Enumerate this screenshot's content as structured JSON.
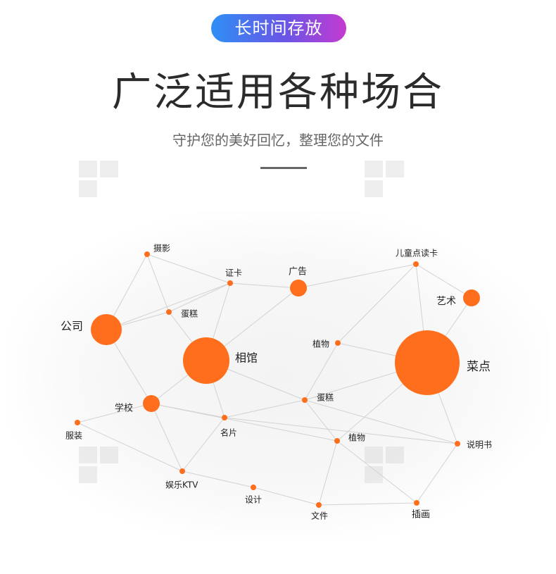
{
  "header": {
    "badge": "长时间存放",
    "title": "广泛适用各种场合",
    "subtitle": "守护您的美好回忆，整理您的文件"
  },
  "colors": {
    "node": "#ff6e1c",
    "edge": "#d2d2d2",
    "badge_from": "#2f8ff5",
    "badge_to": "#c43ad0"
  },
  "nodes": [
    {
      "id": "sheying",
      "label": "摄影",
      "size": "small"
    },
    {
      "id": "zhengka",
      "label": "证卡",
      "size": "small"
    },
    {
      "id": "guanggao",
      "label": "广告",
      "size": "medium"
    },
    {
      "id": "ertong",
      "label": "儿童点读卡",
      "size": "small"
    },
    {
      "id": "yishu",
      "label": "艺术",
      "size": "medium"
    },
    {
      "id": "gongsi",
      "label": "公司",
      "size": "large"
    },
    {
      "id": "dangao1",
      "label": "蛋糕",
      "size": "small"
    },
    {
      "id": "xiangguan",
      "label": "相馆",
      "size": "xlarge"
    },
    {
      "id": "zhiwu1",
      "label": "植物",
      "size": "small"
    },
    {
      "id": "caidian",
      "label": "菜点",
      "size": "xxlarge"
    },
    {
      "id": "xuexiao",
      "label": "学校",
      "size": "medium"
    },
    {
      "id": "dangao2",
      "label": "蛋糕",
      "size": "small"
    },
    {
      "id": "fuzhuang",
      "label": "服装",
      "size": "small"
    },
    {
      "id": "mingpian",
      "label": "名片",
      "size": "small"
    },
    {
      "id": "zhiwu2",
      "label": "植物",
      "size": "small"
    },
    {
      "id": "shuomingshu",
      "label": "说明书",
      "size": "small"
    },
    {
      "id": "yule",
      "label": "娱乐KTV",
      "size": "small"
    },
    {
      "id": "sheji",
      "label": "设计",
      "size": "small"
    },
    {
      "id": "wenjian",
      "label": "文件",
      "size": "small"
    },
    {
      "id": "chahua",
      "label": "插画",
      "size": "small"
    }
  ],
  "edges": [
    [
      "sheying",
      "zhengka"
    ],
    [
      "sheying",
      "dangao1"
    ],
    [
      "sheying",
      "gongsi"
    ],
    [
      "zhengka",
      "guanggao"
    ],
    [
      "zhengka",
      "dangao1"
    ],
    [
      "zhengka",
      "xiangguan"
    ],
    [
      "zhengka",
      "gongsi"
    ],
    [
      "guanggao",
      "ertong"
    ],
    [
      "guanggao",
      "xiangguan"
    ],
    [
      "ertong",
      "zhiwu1"
    ],
    [
      "ertong",
      "yishu"
    ],
    [
      "ertong",
      "caidian"
    ],
    [
      "yishu",
      "caidian"
    ],
    [
      "gongsi",
      "dangao1"
    ],
    [
      "gongsi",
      "xuexiao"
    ],
    [
      "dangao1",
      "xiangguan"
    ],
    [
      "xiangguan",
      "dangao2"
    ],
    [
      "xiangguan",
      "mingpian"
    ],
    [
      "xiangguan",
      "xuexiao"
    ],
    [
      "zhiwu1",
      "caidian"
    ],
    [
      "zhiwu1",
      "dangao2"
    ],
    [
      "xuexiao",
      "fuzhuang"
    ],
    [
      "xuexiao",
      "mingpian"
    ],
    [
      "xuexiao",
      "yule"
    ],
    [
      "xuexiao",
      "zhiwu2"
    ],
    [
      "dangao2",
      "mingpian"
    ],
    [
      "dangao2",
      "zhiwu2"
    ],
    [
      "dangao2",
      "shuomingshu"
    ],
    [
      "dangao2",
      "caidian"
    ],
    [
      "caidian",
      "shuomingshu"
    ],
    [
      "caidian",
      "zhiwu2"
    ],
    [
      "fuzhuang",
      "yule"
    ],
    [
      "mingpian",
      "yule"
    ],
    [
      "yule",
      "sheji"
    ],
    [
      "sheji",
      "wenjian"
    ],
    [
      "zhiwu2",
      "wenjian"
    ],
    [
      "zhiwu2",
      "chahua"
    ],
    [
      "wenjian",
      "chahua"
    ],
    [
      "chahua",
      "shuomingshu"
    ],
    [
      "mingpian",
      "shuomingshu"
    ]
  ]
}
